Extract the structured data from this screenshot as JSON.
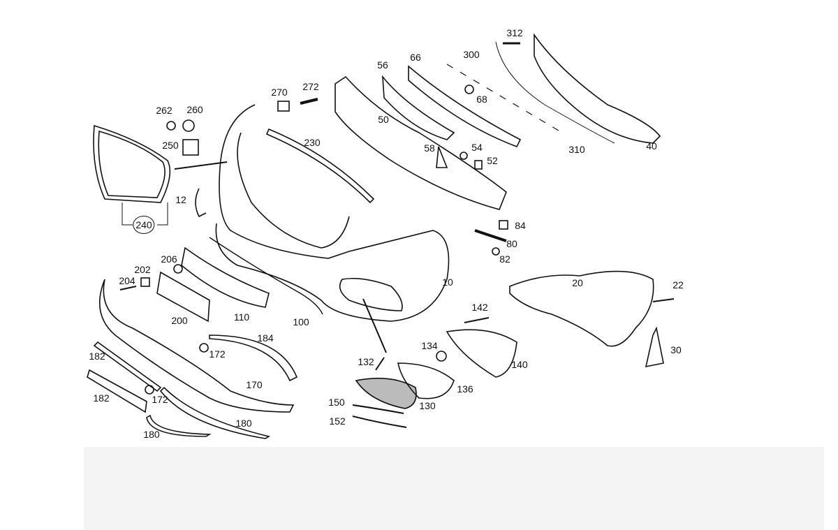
{
  "diagram": {
    "title": "Front bumper exploded parts diagram",
    "labels": {
      "p312": "312",
      "p66": "66",
      "p300": "300",
      "p56": "56",
      "p68": "68",
      "p270": "270",
      "p272": "272",
      "p262": "262",
      "p260": "260",
      "p50": "50",
      "p250": "250",
      "p230": "230",
      "p58": "58",
      "p54": "54",
      "p52": "52",
      "p310": "310",
      "p40": "40",
      "p12": "12",
      "p240": "240",
      "p84": "84",
      "p80": "80",
      "p82": "82",
      "p206": "206",
      "p202": "202",
      "p204": "204",
      "p10": "10",
      "p20": "20",
      "p22": "22",
      "p142": "142",
      "p200": "200",
      "p110": "110",
      "p100": "100",
      "p184": "184",
      "p172a": "172",
      "p182a": "182",
      "p134": "134",
      "p132": "132",
      "p140": "140",
      "p30": "30",
      "p136": "136",
      "p170": "170",
      "p182b": "182",
      "p172b": "172",
      "p150": "150",
      "p130": "130",
      "p152": "152",
      "p180a": "180",
      "p180b": "180"
    }
  }
}
